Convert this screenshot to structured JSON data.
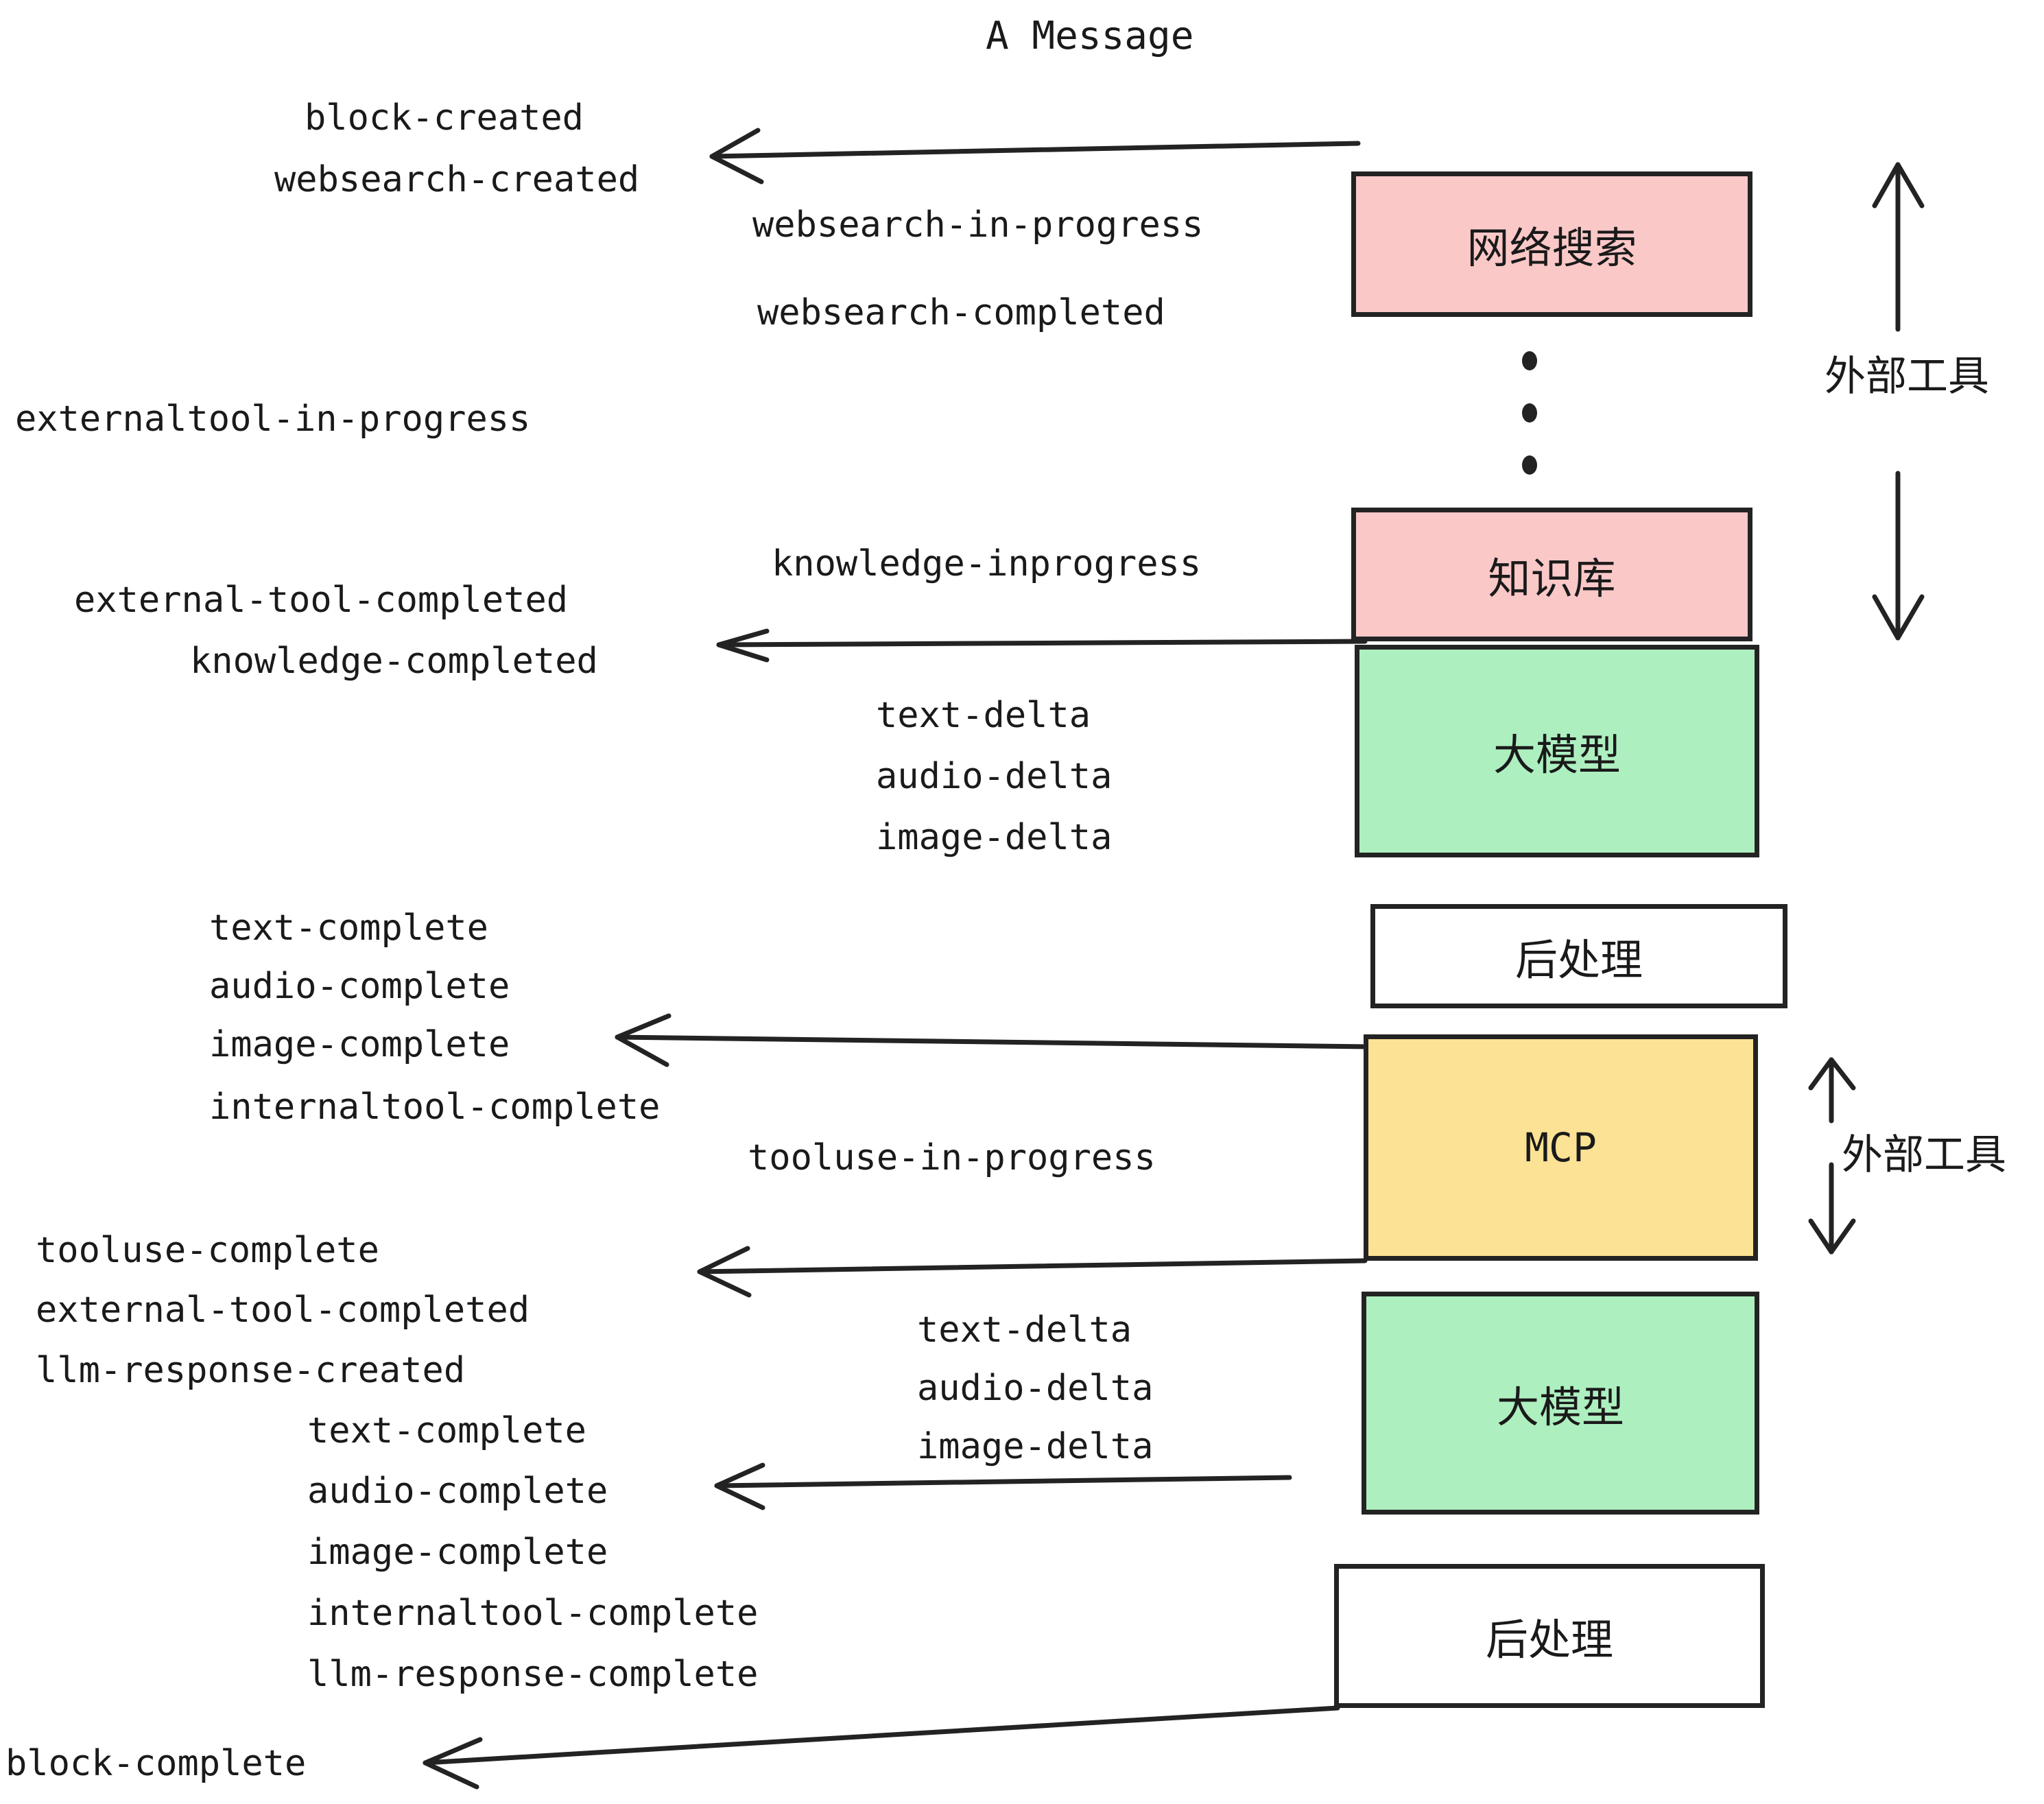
{
  "title": "A Message",
  "boxes": [
    {
      "id": "websearch",
      "label": "网络搜索",
      "color": "#fbc8c8"
    },
    {
      "id": "knowledge",
      "label": "知识库",
      "color": "#fbc8c8"
    },
    {
      "id": "llm-1",
      "label": "大模型",
      "color": "#aeefc0"
    },
    {
      "id": "post-1",
      "label": "后处理",
      "color": "#ffffff"
    },
    {
      "id": "mcp",
      "label": "MCP",
      "color": "#fbe294"
    },
    {
      "id": "llm-2",
      "label": "大模型",
      "color": "#aeefc0"
    },
    {
      "id": "post-2",
      "label": "后处理",
      "color": "#ffffff"
    }
  ],
  "side_labels": [
    {
      "id": "external-tool-top",
      "label": "外部工具"
    },
    {
      "id": "external-tool-bottom",
      "label": "外部工具"
    }
  ],
  "events": {
    "block_created": "block-created",
    "websearch_created": "websearch-created",
    "websearch_in_progress": "websearch-in-progress",
    "websearch_completed": "websearch-completed",
    "externaltool_in_progress": "externaltool-in-progress",
    "knowledge_inprogress": "knowledge-inprogress",
    "external_tool_completed_1": "external-tool-completed",
    "knowledge_completed": "knowledge-completed",
    "text_delta_1": "text-delta",
    "audio_delta_1": "audio-delta",
    "image_delta_1": "image-delta",
    "text_complete_1": "text-complete",
    "audio_complete_1": "audio-complete",
    "image_complete_1": "image-complete",
    "internaltool_complete_1": "internaltool-complete",
    "tooluse_in_progress": "tooluse-in-progress",
    "tooluse_complete": "tooluse-complete",
    "external_tool_completed_2": "external-tool-completed",
    "llm_response_created": "llm-response-created",
    "text_delta_2": "text-delta",
    "audio_delta_2": "audio-delta",
    "image_delta_2": "image-delta",
    "text_complete_2": "text-complete",
    "audio_complete_2": "audio-complete",
    "image_complete_2": "image-complete",
    "internaltool_complete_2": "internaltool-complete",
    "llm_response_complete": "llm-response-complete",
    "block_complete": "block-complete"
  },
  "colors": {
    "pink": "#fbc8c8",
    "green": "#aeefc0",
    "yellow": "#fbe294",
    "white": "#ffffff",
    "stroke": "#232323"
  }
}
